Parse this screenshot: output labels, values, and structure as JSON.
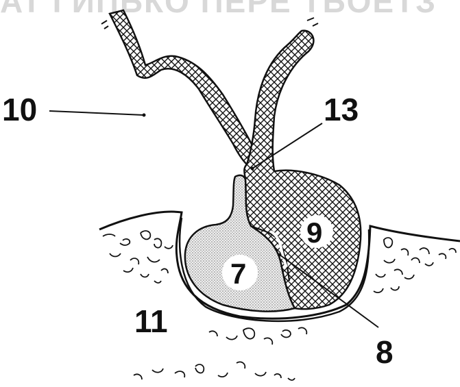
{
  "labels": {
    "l10": "10",
    "l13": "13",
    "l9": "9",
    "l7": "7",
    "l8": "8",
    "l11": "11"
  },
  "top_text": "AT ГИПБКО ПЕРЕ ТБОЕТЗ",
  "colors": {
    "ink": "#111111",
    "crosshatch": "#111111",
    "stipple": "#bdbdbd",
    "background": "#ffffff"
  }
}
